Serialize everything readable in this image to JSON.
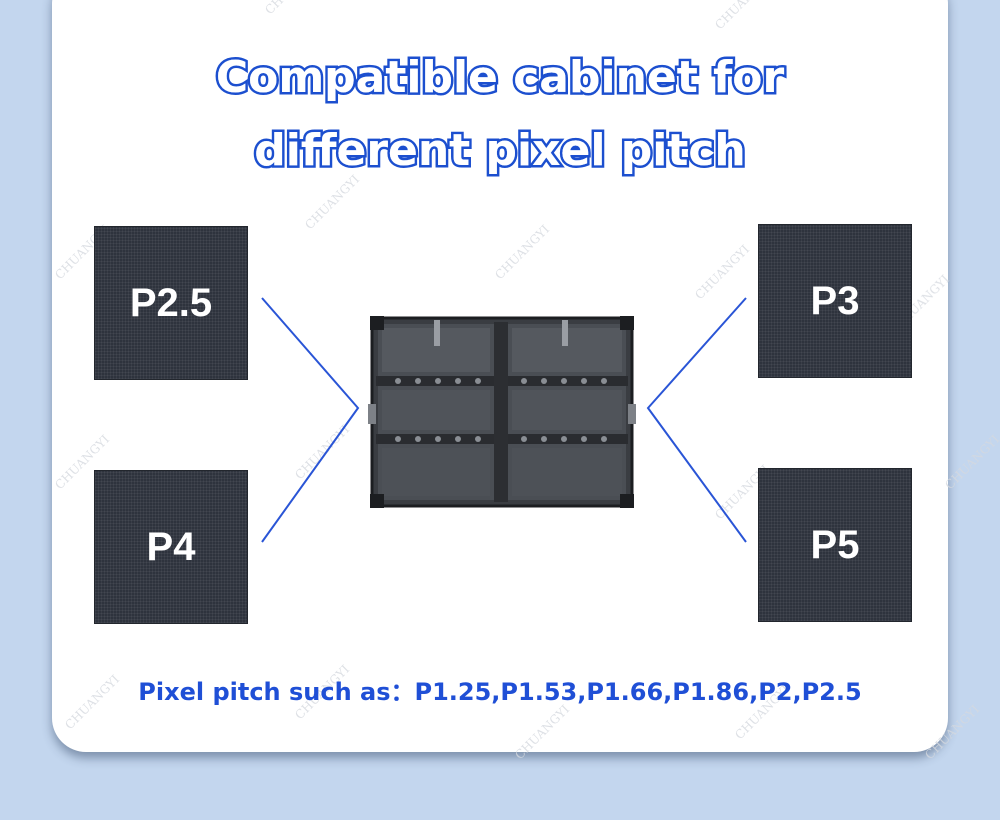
{
  "title": {
    "line1": "Compatible cabinet for",
    "line2": "different pixel pitch"
  },
  "panels": {
    "top_left": "P2.5",
    "bottom_left": "P4",
    "top_right": "P3",
    "bottom_right": "P5"
  },
  "caption": "Pixel pitch such as：P1.25,P1.53,P1.66,P1.86,P2,P2.5",
  "watermark_text": "CHUANGYI",
  "colors": {
    "background": "#c3d6ee",
    "card": "#ffffff",
    "title_blue": "#1c4fcf",
    "caption_blue": "#1f4fd6",
    "panel": "#2e333d",
    "connector_line": "#2a55d6"
  }
}
